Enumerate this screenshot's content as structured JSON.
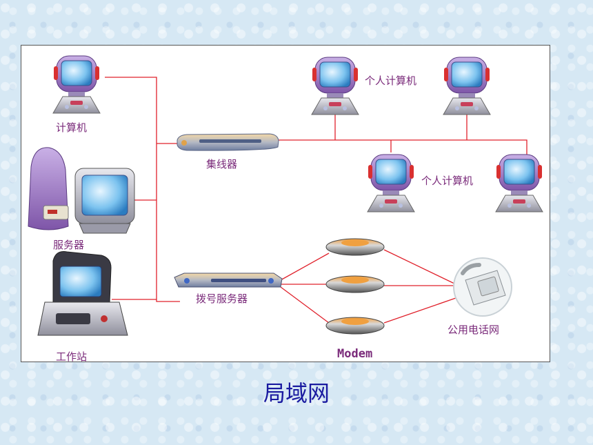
{
  "diagram": {
    "labels": {
      "computer": "计算机",
      "hub": "集线器",
      "pc_top": "个人计算机",
      "pc_mid": "个人计算机",
      "server": "服务器",
      "dial_server": "拨号服务器",
      "workstation": "工作站",
      "modem": "Modem",
      "phone_network": "公用电话网"
    },
    "colors": {
      "link": "#e0212b",
      "label": "#7a2a7a",
      "caption": "#1a1aa0"
    }
  },
  "caption": "局域网"
}
